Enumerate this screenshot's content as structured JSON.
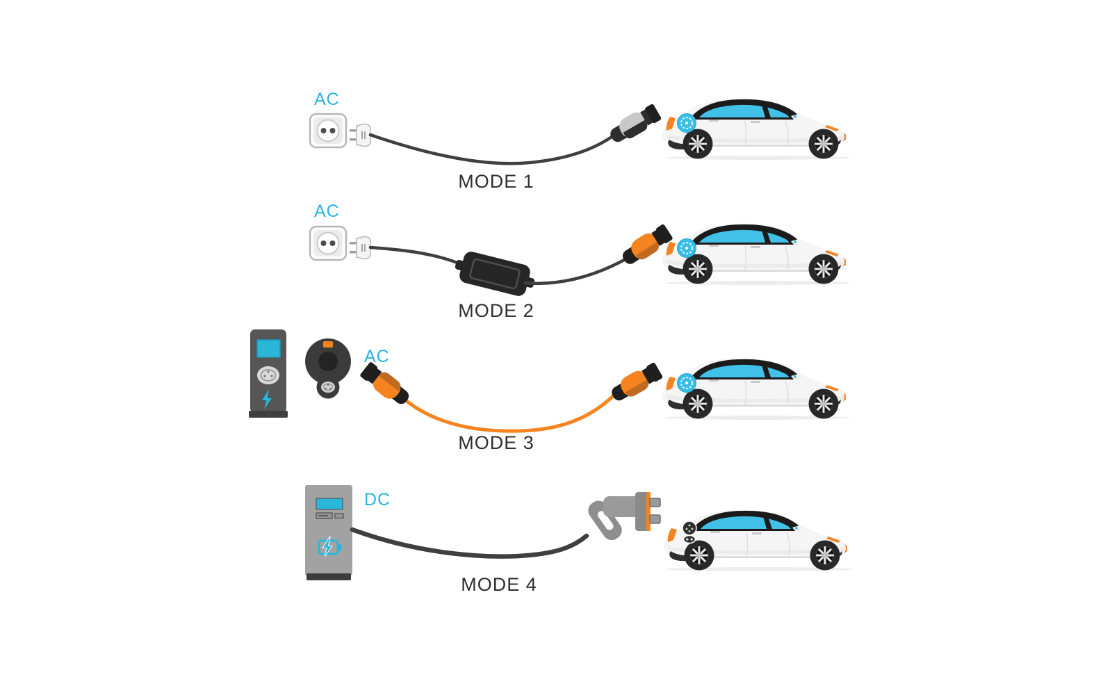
{
  "colors": {
    "label_accent": "#29B2E2",
    "mode_text": "#2F2F2F",
    "cable_orange": "#F5831F",
    "cable_black": "#3F3F3F",
    "window_cyan": "#42C1E8",
    "car_body": "#F5F5F5",
    "station_gray": "#565656",
    "wallbox_gray": "#3B3B3B",
    "dc_station_gray": "#A2A2A2",
    "screen_cyan": "#29B6D8"
  },
  "modes": [
    {
      "label": "MODE 1",
      "power_label": "AC",
      "equipment": [
        "wall-socket-icon",
        "mains-plug-icon",
        "charging-cable",
        "type2-connector-icon",
        "car-side-icon"
      ]
    },
    {
      "label": "MODE 2",
      "power_label": "AC",
      "equipment": [
        "wall-socket-icon",
        "mains-plug-icon",
        "charging-cable",
        "in-cable-control-box-icon",
        "type2-connector-icon",
        "car-side-icon"
      ]
    },
    {
      "label": "MODE 3",
      "power_label": "AC",
      "equipment": [
        "charging-pedestal-icon",
        "wallbox-icon",
        "type2-connector-icon",
        "charging-cable",
        "type2-connector-icon",
        "car-side-icon"
      ]
    },
    {
      "label": "MODE 4",
      "power_label": "DC",
      "equipment": [
        "dc-fast-charging-station-icon",
        "charging-cable",
        "ccs-connector-icon",
        "car-side-icon"
      ]
    }
  ]
}
